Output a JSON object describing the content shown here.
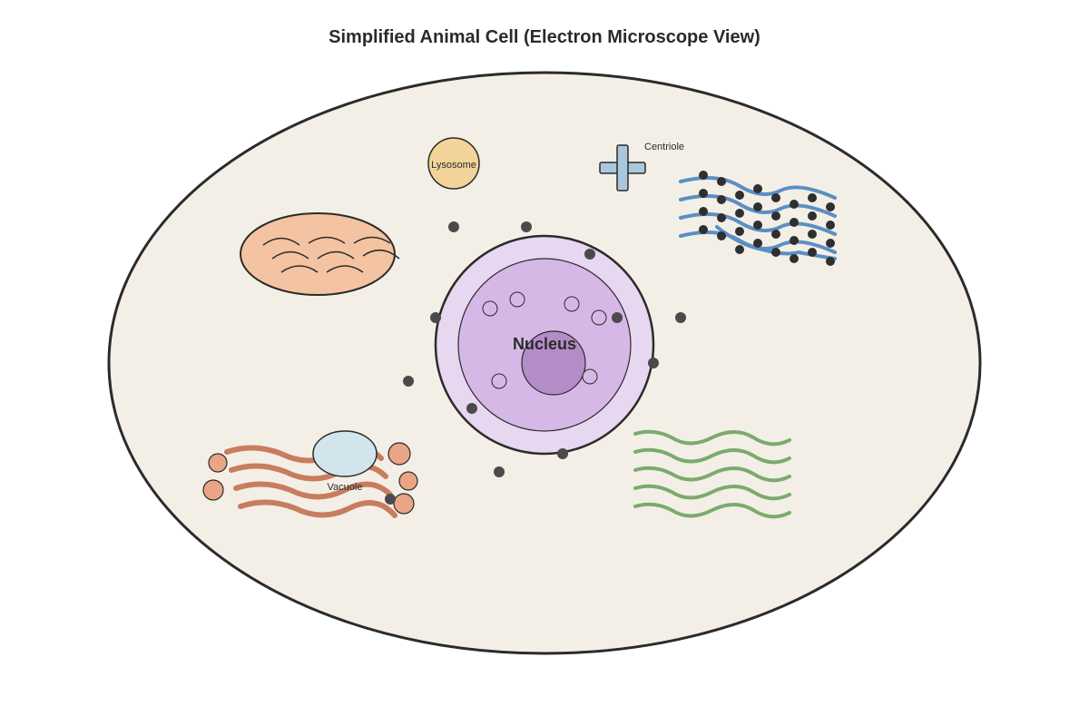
{
  "diagram": {
    "title": "Simplified Animal Cell (Electron Microscope View)",
    "labels": {
      "nucleus": "Nucleus",
      "lysosome": "Lysosome",
      "centriole": "Centriole",
      "vacuole": "Vacuole"
    },
    "colors": {
      "cytoplasm": "#f4efe6",
      "outline": "#2b2b2b",
      "nuclear_envelope": "#e8d7f1",
      "nucleoplasm": "#d6b8e6",
      "nucleolus": "#b48cc8",
      "mitochondrion": "#f4c3a1",
      "lysosome": "#f2d49b",
      "centriole": "#a9c8dd",
      "vacuole": "#d3e5ec",
      "rough_er": "#5b8fc4",
      "smooth_er": "#7aab6c",
      "golgi": "#c77d5e",
      "vesicle": "#e9a585",
      "ribosome": "#2f2f2f",
      "free_ribosome": "#4a4a4a"
    }
  }
}
